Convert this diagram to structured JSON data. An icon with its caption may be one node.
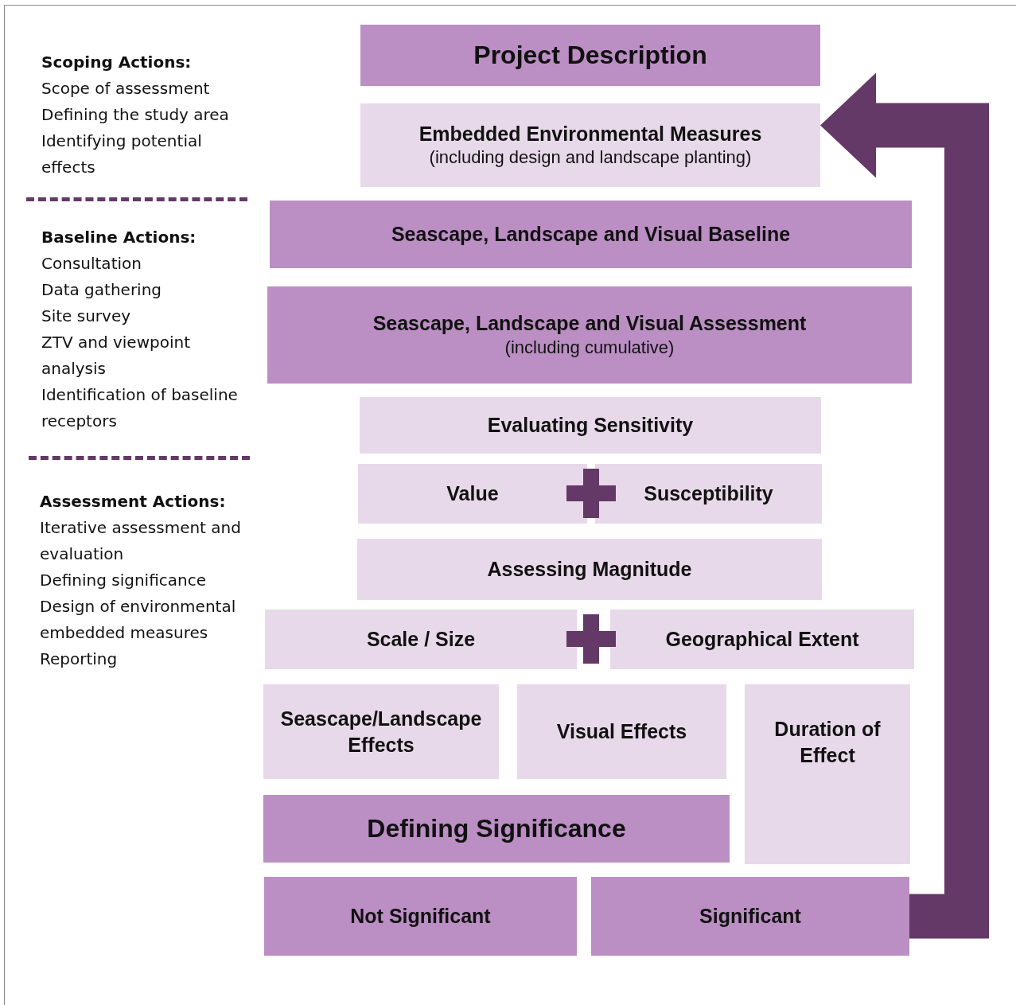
{
  "diagram": {
    "nodes": [
      {
        "text": [
          "Project Description"
        ]
      },
      {
        "text": [
          "Embedded Environmental Measures",
          "(including design and landscape planting)"
        ]
      },
      {
        "text": [
          "Seascape, Landscape and Visual Baseline"
        ]
      },
      {
        "text": [
          "Seascape, Landscape and Visual Assessment",
          "(including cumulative)"
        ]
      },
      {
        "text": [
          "Evaluating Sensitivity"
        ]
      },
      {
        "text": [
          "Value"
        ]
      },
      {
        "text": [
          "Susceptibility"
        ]
      },
      {
        "text": [
          "Assessing Magnitude"
        ]
      },
      {
        "text": [
          "Scale / Size"
        ]
      },
      {
        "text": [
          "Geographical Extent"
        ]
      },
      {
        "text": [
          "Seascape/Landscape Effects"
        ]
      },
      {
        "text": [
          "Visual Effects"
        ]
      },
      {
        "text": [
          "Duration of Effect"
        ]
      },
      {
        "text": [
          "Defining Significance"
        ]
      },
      {
        "text": [
          "Not Significant"
        ]
      },
      {
        "text": [
          "Significant"
        ]
      }
    ],
    "edges": [
      {
        "from": 15,
        "to": 1,
        "arrow": "to",
        "style": "thick"
      }
    ],
    "labels": [
      "Scoping Actions:",
      "Scope of assessment",
      "Defining the study area",
      "Identifying potential effects",
      "Baseline Actions:",
      "Consultation",
      "Data gathering",
      "Site survey",
      "ZTV and viewpoint analysis",
      "Identification of baseline receptors",
      "Assessment Actions:",
      "Iterative assessment and evaluation",
      "Defining significance",
      "Design of environmental embedded measures",
      "Reporting"
    ]
  }
}
